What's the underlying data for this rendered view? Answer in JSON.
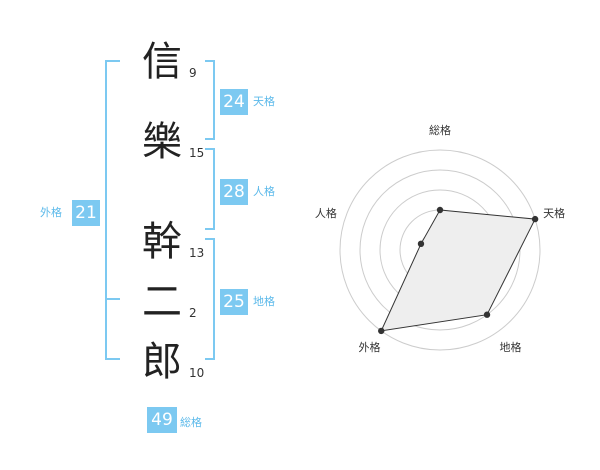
{
  "name": {
    "characters": [
      {
        "char": "信",
        "strokes": "9"
      },
      {
        "char": "樂",
        "strokes": "15"
      },
      {
        "char": "幹",
        "strokes": "13"
      },
      {
        "char": "二",
        "strokes": "2"
      },
      {
        "char": "郎",
        "strokes": "10"
      }
    ]
  },
  "fortune": {
    "tenkaku": {
      "value": "24",
      "label": "天格"
    },
    "jinkaku": {
      "value": "28",
      "label": "人格"
    },
    "chikaku": {
      "value": "25",
      "label": "地格"
    },
    "gaikaku": {
      "value": "21",
      "label": "外格"
    },
    "soukaku": {
      "value": "49",
      "label": "総格"
    }
  },
  "colors": {
    "accent": "#7cc9f1",
    "accent_text": "#5bb9ea"
  },
  "chart_data": {
    "type": "radar",
    "axes": [
      "総格",
      "天格",
      "地格",
      "外格",
      "人格"
    ],
    "values": [
      2,
      5,
      4,
      5,
      1
    ],
    "max": 5
  }
}
